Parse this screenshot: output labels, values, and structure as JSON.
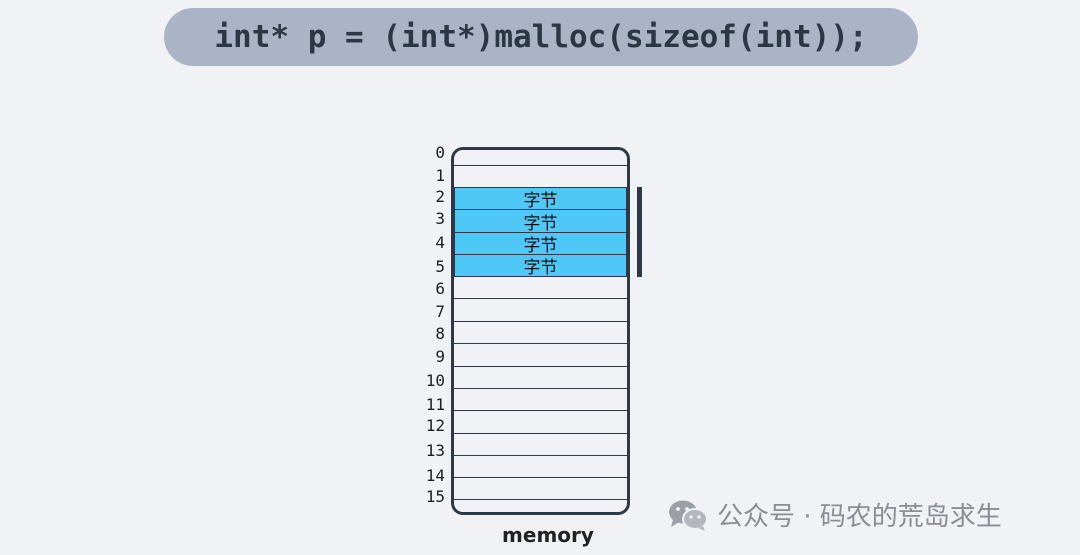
{
  "code": {
    "line": "int* p = (int*)malloc(sizeof(int));"
  },
  "memory": {
    "title": "memory",
    "indices": [
      "0",
      "1",
      "2",
      "3",
      "4",
      "5",
      "6",
      "7",
      "8",
      "9",
      "10",
      "11",
      "12",
      "13",
      "14",
      "15"
    ],
    "byte_label": "字节",
    "allocated_indices": [
      2,
      3,
      4,
      5
    ],
    "fill_color": "#4fc8f8",
    "border_color": "#2f3945"
  },
  "watermark": {
    "icon": "wechat-icon",
    "text": "公众号 · 码农的荒岛求生"
  }
}
